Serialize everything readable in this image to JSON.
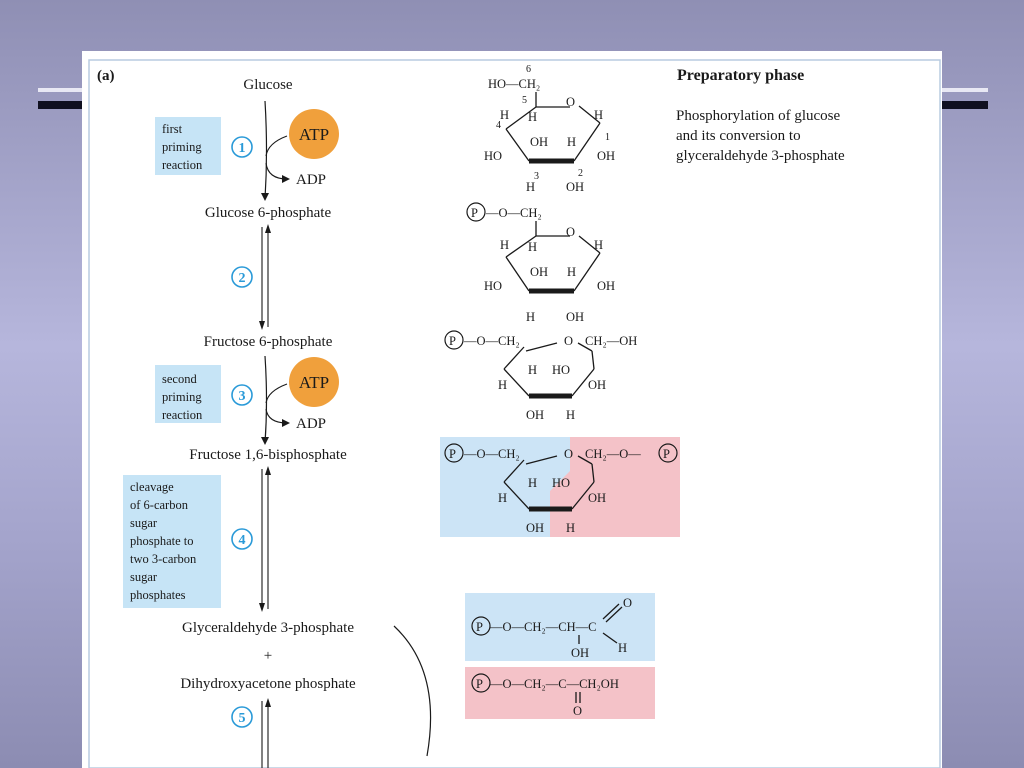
{
  "panel_label": "(a)",
  "header": {
    "title": "Preparatory phase",
    "desc": [
      "Phosphorylation of glucose",
      "and its conversion to",
      "glyceraldehyde 3-phosphate"
    ]
  },
  "compounds": {
    "glucose": "Glucose",
    "g6p": "Glucose 6-phosphate",
    "f6p": "Fructose 6-phosphate",
    "f16bp": "Fructose 1,6-bisphosphate",
    "g3p": "Glyceraldehyde 3-phosphate",
    "plus": "+",
    "dhap": "Dihydroxyacetone phosphate"
  },
  "steps": [
    {
      "num": "1",
      "note": [
        "first",
        "priming",
        "reaction"
      ]
    },
    {
      "num": "2"
    },
    {
      "num": "3",
      "note": [
        "second",
        "priming",
        "reaction"
      ]
    },
    {
      "num": "4",
      "note": [
        "cleavage",
        "of 6-carbon",
        "sugar",
        "phosphate to",
        "two 3-carbon",
        "sugar",
        "phosphates"
      ]
    },
    {
      "num": "5"
    }
  ],
  "cofactors": {
    "atp": "ATP",
    "adp": "ADP"
  },
  "colors": {
    "atp_circle": "#f0a03c",
    "step_number": "#2a9ad8",
    "note_box": "#c6e4f6",
    "blue_region": "#cce4f6",
    "pink_region": "#f4c2c8",
    "background": "#a8a8d0"
  },
  "structures": {
    "glucose": {
      "c6_label": "HO—CH₂",
      "c6_num": "6",
      "c5": "5",
      "c4": "4",
      "c3": "3",
      "c2": "2",
      "c1": "1",
      "ring_o": "O",
      "h": "H",
      "oh": "OH",
      "ho": "HO"
    },
    "g6p": {
      "c6_label": "—O—CH₂",
      "ring_o": "O",
      "h": "H",
      "oh": "OH",
      "ho": "HO"
    },
    "f6p": {
      "left": "—O—CH₂",
      "ring_o": "O",
      "right": "CH₂—OH",
      "h": "H",
      "oh": "OH",
      "ho": "HO"
    },
    "f16bp": {
      "left": "—O—CH₂",
      "ring_o": "O",
      "right": "CH₂—O—",
      "h": "H",
      "oh": "OH",
      "ho": "HO"
    },
    "g3p": {
      "chain": "—O—CH₂—CH—C",
      "o": "O",
      "oh": "OH",
      "h": "H"
    },
    "dhap": {
      "chain": "—O—CH₂—C—CH₂OH",
      "o": "O"
    },
    "phosphate_symbol": "P"
  }
}
